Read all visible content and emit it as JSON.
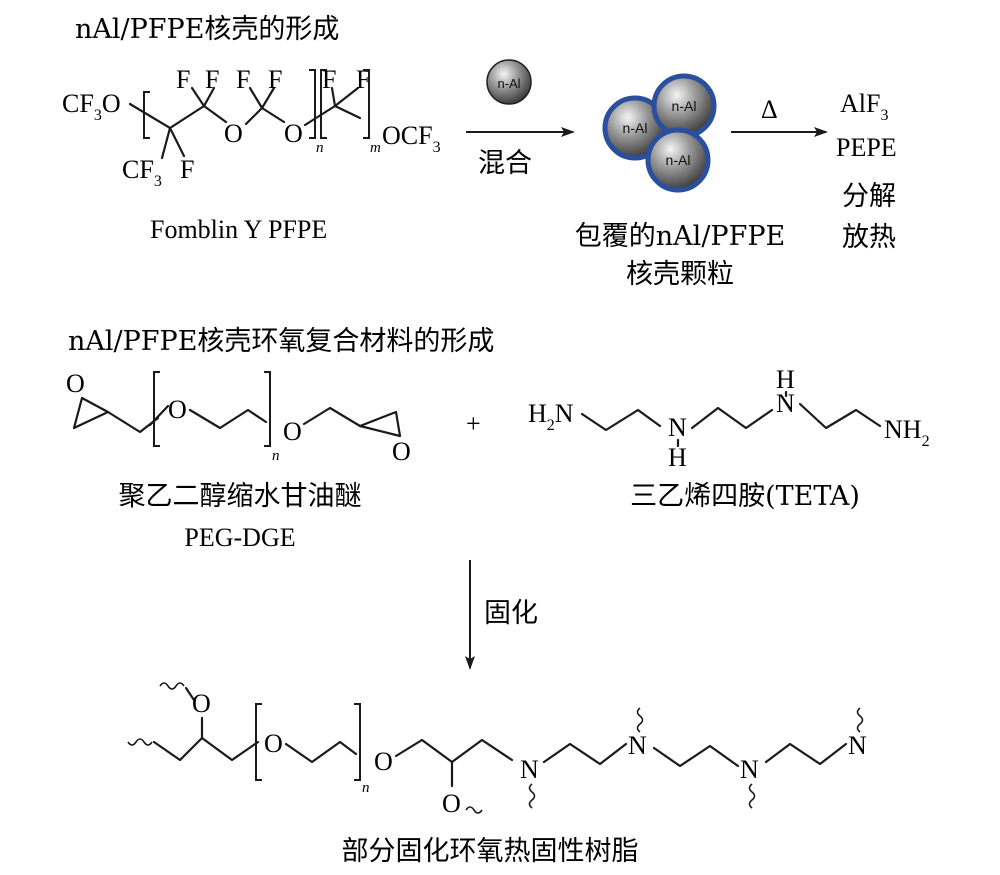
{
  "section1": {
    "heading": "nAl/PFPE核壳的形成",
    "pfpe": {
      "cf3_left": "CF",
      "cf3_left_sub": "3",
      "o_left": "O",
      "f_labels": [
        "F",
        "F",
        "F",
        "F",
        "F",
        "F"
      ],
      "o_mid1": "O",
      "o_mid2": "O",
      "n_sub": "n",
      "m_sub": "m",
      "o_right": "OCF",
      "o_right_sub": "3",
      "cf3_bottom": "CF",
      "cf3_bottom_sub": "3",
      "f_bottom": "F",
      "name": "Fomblin Y PFPE"
    },
    "nal_particle": "n-Al",
    "mix_label": "混合",
    "core_shell": {
      "particle_label": "n-Al",
      "caption_line1": "包覆的nAl/PFPE",
      "caption_line2": "核壳颗粒"
    },
    "heat_label": "Δ",
    "products": {
      "alf3": "AlF",
      "alf3_sub": "3",
      "pepe": "PEPE",
      "line3": "分解",
      "line4": "放热"
    }
  },
  "section2": {
    "heading": "nAl/PFPE核壳环氧复合材料的形成",
    "peg_dge": {
      "o_epoxide": "O",
      "o_chain1": "O",
      "o_chain2": "O",
      "o_epoxide2": "O",
      "n_sub": "n",
      "name_cn": "聚乙二醇缩水甘油醚",
      "name_en": "PEG-DGE"
    },
    "plus": "+",
    "teta": {
      "h2n": "H",
      "h2n_sub": "2",
      "h2n_n": "N",
      "nh1": "N",
      "h1": "H",
      "nh2": "N",
      "h2": "H",
      "nh2_end": "NH",
      "nh2_end_sub": "2",
      "name": "三乙烯四胺(TETA)"
    },
    "cure_label": "固化",
    "product": {
      "o_top": "O",
      "o_chain1": "O",
      "o_chain2": "O",
      "o_bottom": "O",
      "n_sub": "n",
      "n1": "N",
      "n2": "N",
      "n3": "N",
      "n4": "N",
      "name": "部分固化环氧热固性树脂"
    }
  },
  "colors": {
    "ink": "#1a1a1a",
    "particle_ring": "#2a4f9e",
    "particle_fill": "#8c8c8c",
    "background": "#ffffff"
  }
}
